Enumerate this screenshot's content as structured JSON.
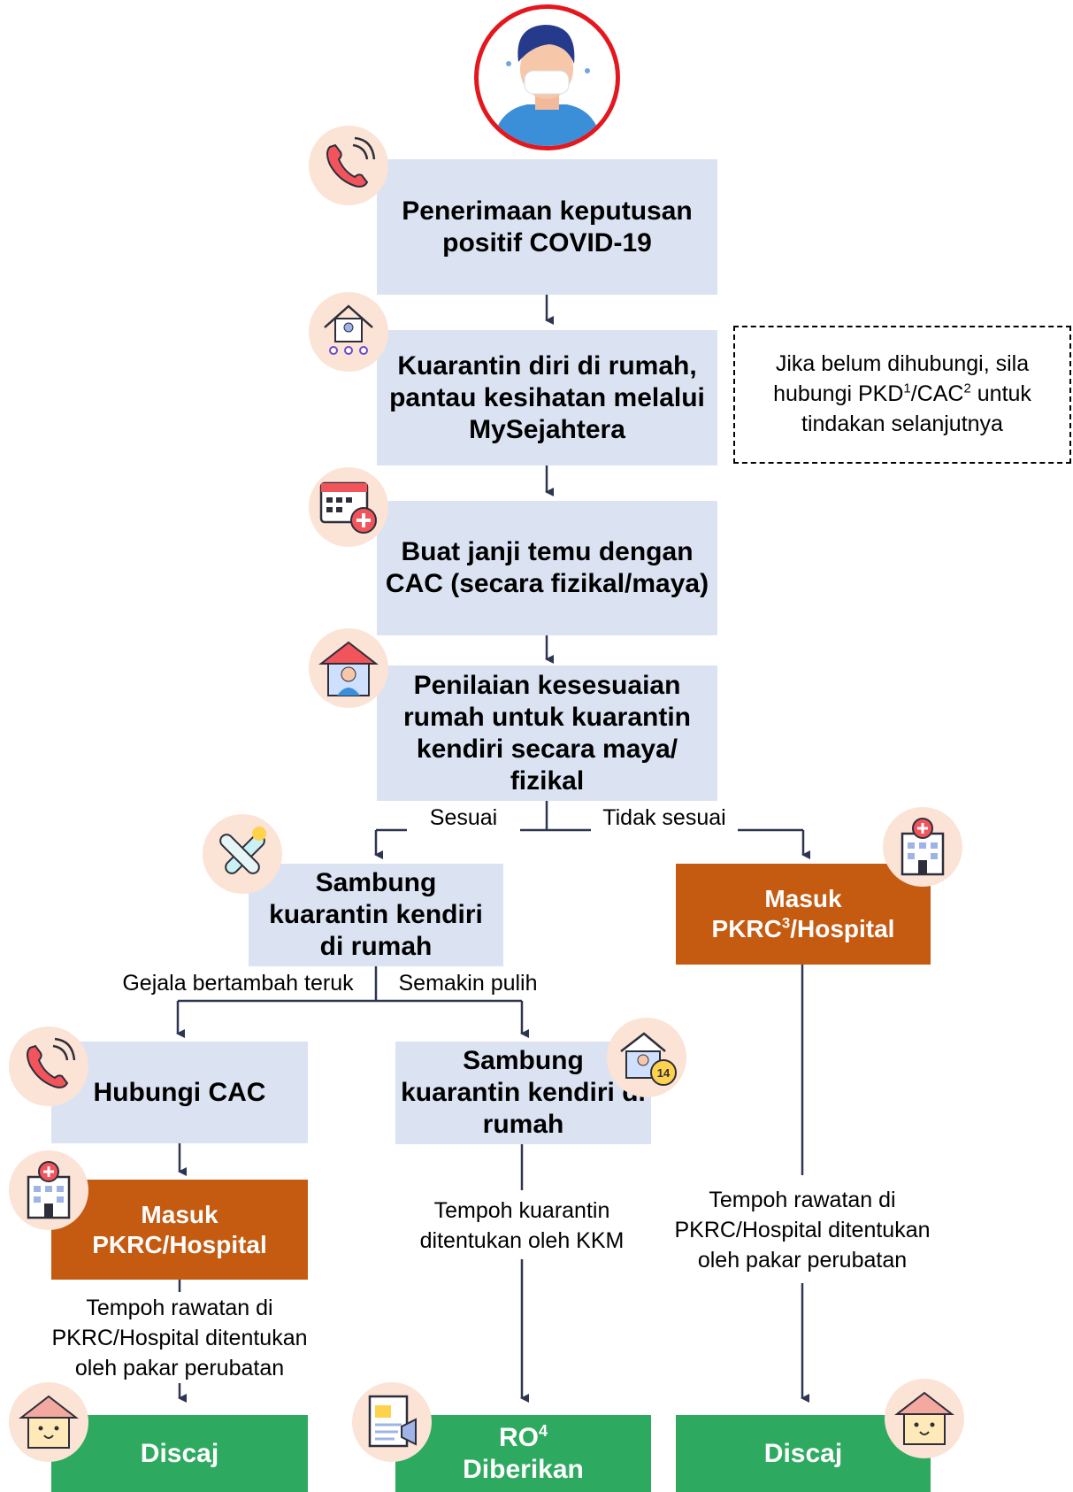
{
  "steps": {
    "s1": "Penerimaan keputusan positif COVID-19",
    "s2": "Kuarantin diri di rumah, pantau kesihatan melalui MySejahtera",
    "s3": "Buat janji temu dengan CAC (secara fizikal/maya)",
    "s4": "Penilaian kesesuaian rumah untuk kuarantin kendiri secara maya/ fizikal",
    "left_continue": "Sambung kuarantin kendiri di rumah",
    "right_admit_prefix": "Masuk PKRC",
    "right_admit_sup": "3",
    "right_admit_suffix": "/Hospital",
    "call_cac": "Hubungi CAC",
    "mid_continue": "Sambung kuarantin kendiri di rumah",
    "left_admit": "Masuk PKRC/Hospital",
    "discharge_left": "Discaj",
    "ro_prefix": "RO",
    "ro_sup": "4",
    "ro_suffix": "Diberikan",
    "discharge_right": "Discaj"
  },
  "note": {
    "line1": "Jika belum dihubungi, sila",
    "line2_pre": "hubungi PKD",
    "sup1": "1",
    "line2_mid": "/CAC",
    "sup2": "2",
    "line2_post": " untuk",
    "line3": "tindakan selanjutnya"
  },
  "branches": {
    "suitable": "Sesuai",
    "not_suitable": "Tidak sesuai",
    "worsening": "Gejala bertambah teruk",
    "recovering": "Semakin pulih"
  },
  "durations": {
    "left": "Tempoh rawatan di PKRC/Hospital ditentukan oleh pakar perubatan",
    "middle": "Tempoh kuarantin ditentukan oleh KKM",
    "right": "Tempoh rawatan di PKRC/Hospital ditentukan oleh pakar perubatan"
  },
  "colors": {
    "step_fill": "#dbe3f2",
    "admit_fill": "#c55a11",
    "discharge_fill": "#2eaa60",
    "connector": "#2e3550",
    "avatar_ring": "#e3181e",
    "icon_bg": "#fbe3d6"
  },
  "icons": [
    "masked-person-avatar",
    "phone-call-icon",
    "home-monitoring-icon",
    "calendar-medical-icon",
    "house-person-icon",
    "thermometer-icon",
    "hospital-icon",
    "house-14-days-icon",
    "document-megaphone-icon",
    "happy-house-icon"
  ]
}
